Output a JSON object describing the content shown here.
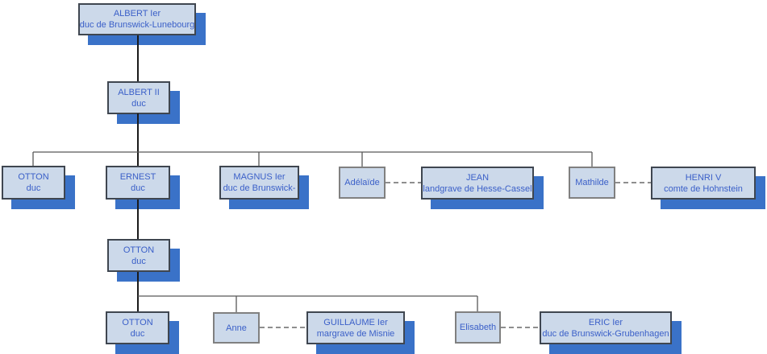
{
  "colors": {
    "node_fill": "#ccd9ea",
    "node_border_major": "#3f4650",
    "node_border_minor": "#808080",
    "shadow": "#3a72c8",
    "text": "#3a5fc8",
    "line": "#575757",
    "line_major": "#1a1a1a",
    "background": "#ffffff"
  },
  "nodes": {
    "albert1": {
      "name": "ALBERT Ier",
      "title": "duc de Brunswick-Lunebourg"
    },
    "albert2": {
      "name": "ALBERT II",
      "title": "duc"
    },
    "otton_r3": {
      "name": "OTTON",
      "title": "duc"
    },
    "ernest": {
      "name": "ERNEST",
      "title": "duc"
    },
    "magnus": {
      "name": "MAGNUS Ier",
      "title": "duc de Brunswick-"
    },
    "adelaide": {
      "name": "Adélaïde"
    },
    "jean": {
      "name": "JEAN",
      "title": "landgrave de Hesse-Cassel"
    },
    "mathilde": {
      "name": "Mathilde"
    },
    "henri5": {
      "name": "HENRI V",
      "title": "comte de Hohnstein"
    },
    "otton_r4": {
      "name": "OTTON",
      "title": "duc"
    },
    "otton_r5": {
      "name": "OTTON",
      "title": "duc"
    },
    "anne": {
      "name": "Anne"
    },
    "guillaume": {
      "name": "GUILLAUME Ier",
      "title": "margrave de Misnie"
    },
    "elisabeth": {
      "name": "Elisabeth"
    },
    "eric": {
      "name": "ERIC Ier",
      "title": "duc de Brunswick-Grubenhagen"
    }
  },
  "edges": {
    "parent_child": [
      {
        "parent": "albert1",
        "child": "albert2"
      },
      {
        "parent": "albert2",
        "child": "otton_r3"
      },
      {
        "parent": "albert2",
        "child": "ernest"
      },
      {
        "parent": "albert2",
        "child": "magnus"
      },
      {
        "parent": "albert2",
        "child": "adelaide"
      },
      {
        "parent": "albert2",
        "child": "mathilde"
      },
      {
        "parent": "ernest",
        "child": "otton_r4"
      },
      {
        "parent": "otton_r4",
        "child": "otton_r5"
      },
      {
        "parent": "otton_r4",
        "child": "anne"
      },
      {
        "parent": "otton_r4",
        "child": "elisabeth"
      }
    ],
    "marriages": [
      {
        "a": "adelaide",
        "b": "jean"
      },
      {
        "a": "mathilde",
        "b": "henri5"
      },
      {
        "a": "anne",
        "b": "guillaume"
      },
      {
        "a": "elisabeth",
        "b": "eric"
      }
    ]
  }
}
